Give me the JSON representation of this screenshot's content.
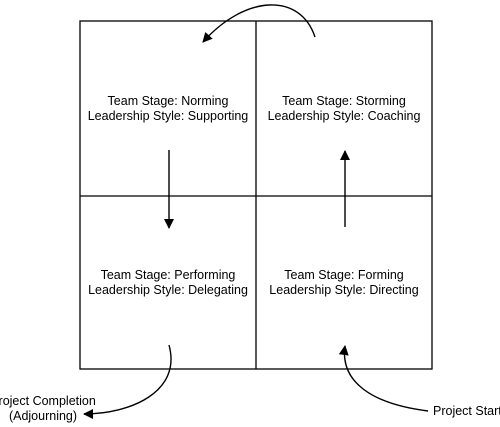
{
  "quadrants": {
    "top_left": {
      "stage": "Team Stage:  Norming",
      "style": "Leadership Style:  Supporting"
    },
    "top_right": {
      "stage": "Team Stage:  Storming",
      "style": "Leadership Style:  Coaching"
    },
    "bottom_left": {
      "stage": "Team Stage:  Performing",
      "style": "Leadership Style:  Delegating"
    },
    "bottom_right": {
      "stage": "Team Stage:  Forming",
      "style": "Leadership Style:  Directing"
    }
  },
  "labels": {
    "completion_line1": "Project Completion",
    "completion_line2": "(Adjourning)",
    "start": "Project Start"
  },
  "colors": {
    "stroke": "#000000",
    "background": "#ffffff"
  }
}
